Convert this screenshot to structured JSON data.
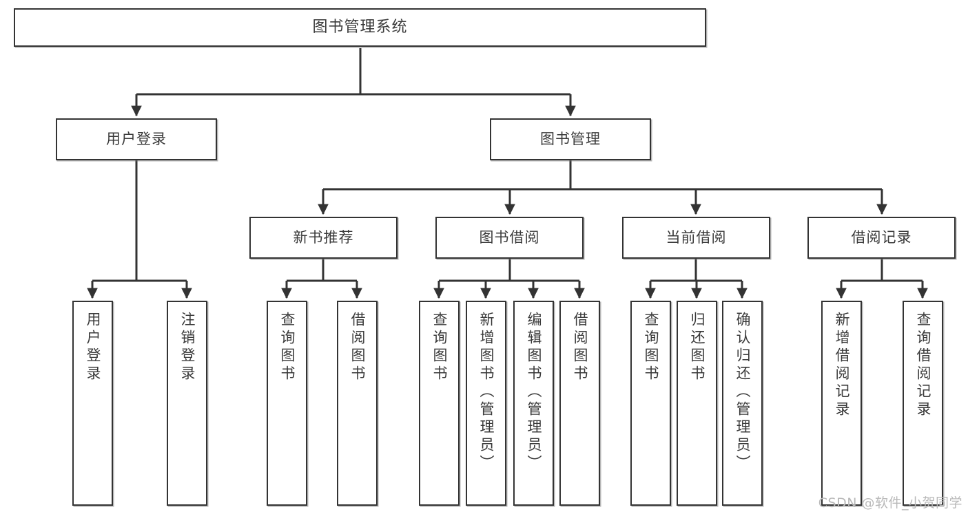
{
  "diagram": {
    "title": "图书管理系统",
    "type": "tree",
    "watermark": "CSDN @软件_小贺同学",
    "line_color": "#333333",
    "box_fill": "#ffffff",
    "box_border": "#333333",
    "text_color": "#3a3a3a"
  },
  "nodes": {
    "root": {
      "label": "图书管理系统"
    },
    "level2": [
      {
        "id": "user-login",
        "label": "用户登录"
      },
      {
        "id": "book-manage",
        "label": "图书管理"
      }
    ],
    "level3": [
      {
        "id": "new-book-recommend",
        "label": "新书推荐"
      },
      {
        "id": "book-borrow",
        "label": "图书借阅"
      },
      {
        "id": "current-borrow",
        "label": "当前借阅"
      },
      {
        "id": "borrow-record",
        "label": "借阅记录"
      }
    ],
    "leaves": {
      "user_login": [
        {
          "id": "leaf-user-login",
          "label": "用户登录"
        },
        {
          "id": "leaf-logout-login",
          "label": "注销登录"
        }
      ],
      "new_book_recommend": [
        {
          "id": "leaf-query-book-1",
          "label": "查询图书"
        },
        {
          "id": "leaf-borrow-book-1",
          "label": "借阅图书"
        }
      ],
      "book_borrow": [
        {
          "id": "leaf-query-book-2",
          "label": "查询图书"
        },
        {
          "id": "leaf-add-book",
          "label": "新增图书（管理员）"
        },
        {
          "id": "leaf-edit-book",
          "label": "编辑图书（管理员）"
        },
        {
          "id": "leaf-borrow-book-2",
          "label": "借阅图书"
        }
      ],
      "current_borrow": [
        {
          "id": "leaf-query-book-3",
          "label": "查询图书"
        },
        {
          "id": "leaf-return-book",
          "label": "归还图书"
        },
        {
          "id": "leaf-confirm-return",
          "label": "确认归还（管理员）"
        }
      ],
      "borrow_record": [
        {
          "id": "leaf-add-record",
          "label": "新增借阅记录"
        },
        {
          "id": "leaf-query-record",
          "label": "查询借阅记录"
        }
      ]
    }
  }
}
